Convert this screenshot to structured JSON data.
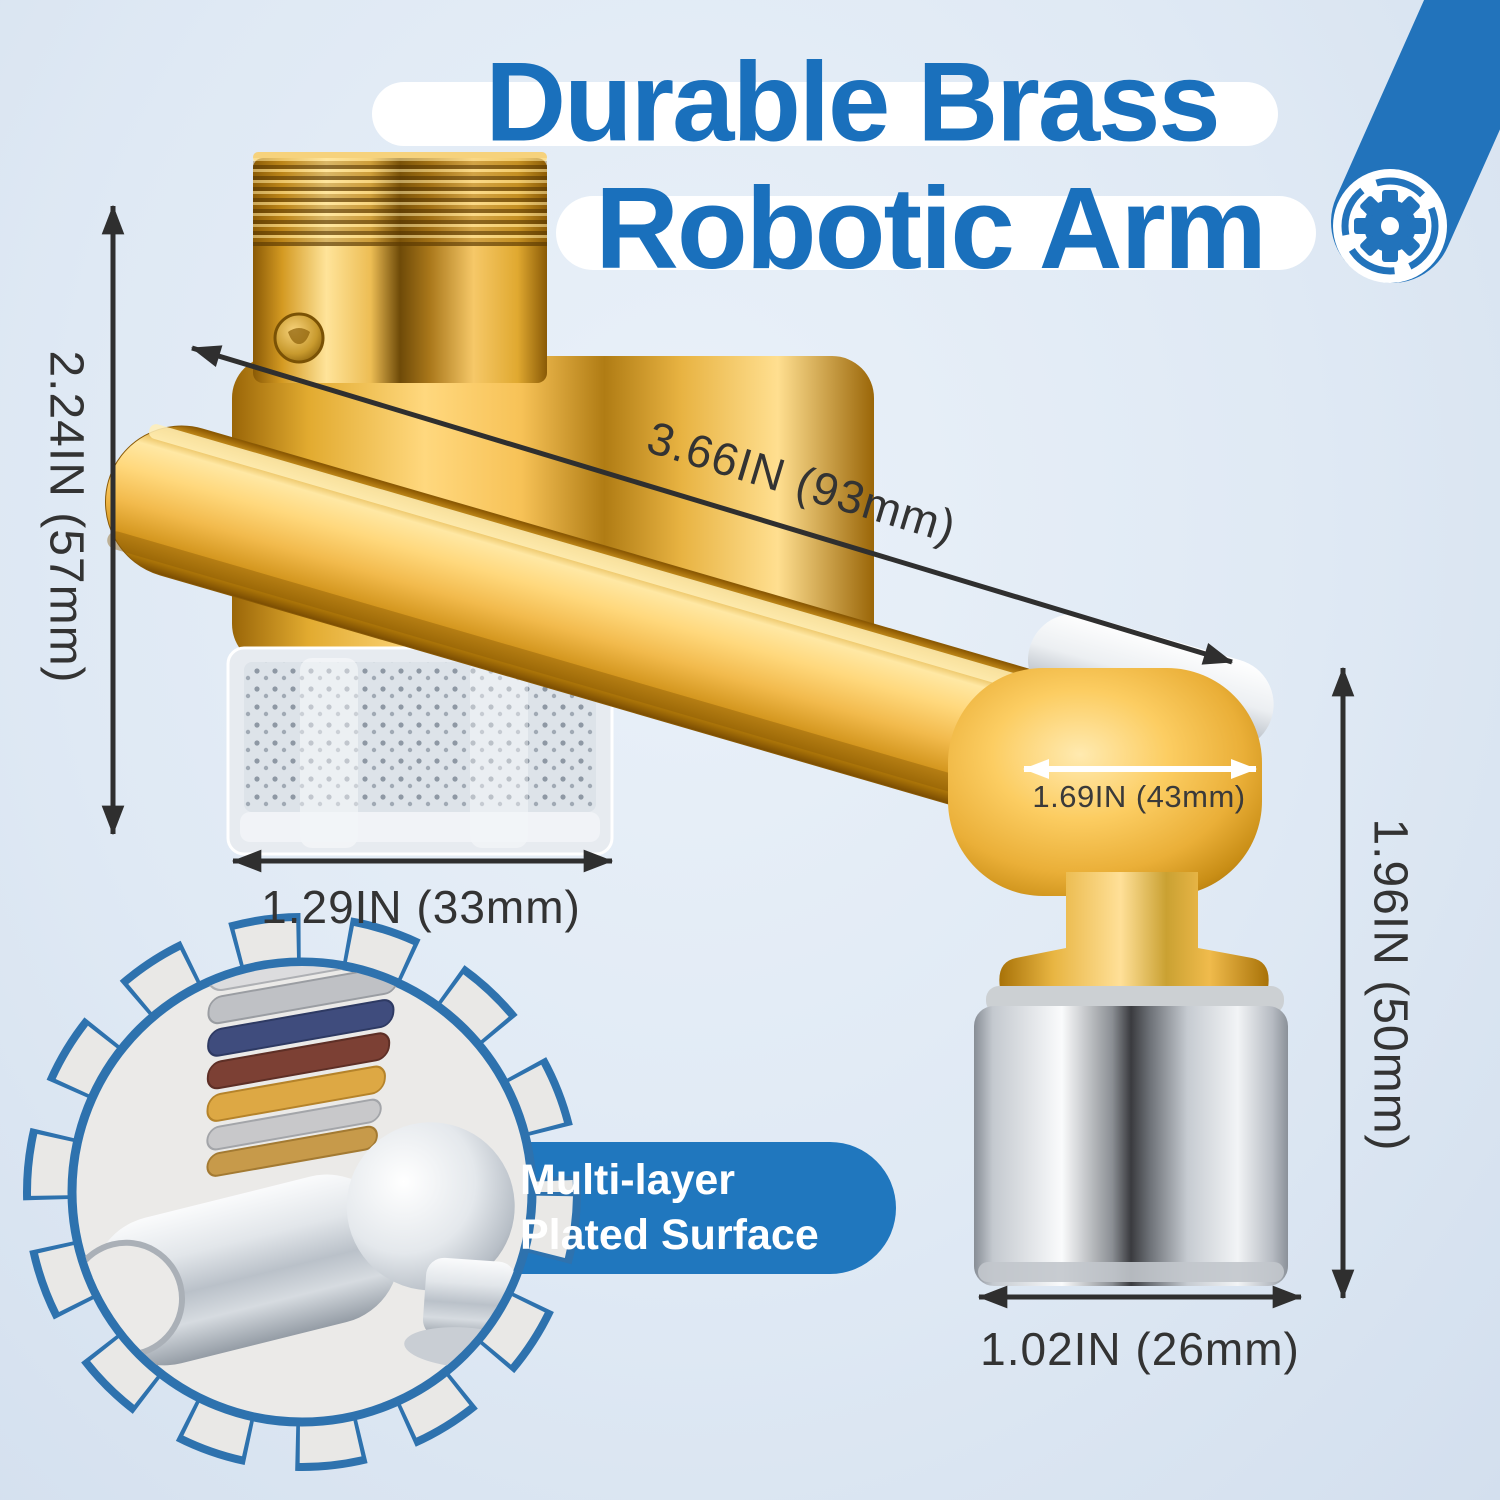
{
  "header": {
    "title_line1": "Durable Brass",
    "title_line2": "Robotic Arm"
  },
  "dimensions": {
    "overall_height": "2.24IN (57mm)",
    "arm_length": "3.66IN (93mm)",
    "filter_width": "1.29IN (33mm)",
    "elbow_width": "1.69IN (43mm)",
    "outlet_height": "1.96IN (50mm)",
    "outlet_width": "1.02IN (26mm)"
  },
  "callout": {
    "line1": "Multi-layer",
    "line2": "Plated Surface"
  },
  "icons": {
    "ribbon_gear": "gear-icon",
    "badge_gear": "gear-badge-icon"
  },
  "colors": {
    "accent_blue": "#1a70bc",
    "ribbon_blue": "#2273bb",
    "callout_blue": "#2077be",
    "brass_gold": "#f2b64a",
    "chrome_silver": "#d9dde2",
    "background": "#dfe8f3",
    "dimension_ink": "#2f2f2f",
    "badge_gray": "#ebeae8",
    "badge_outline": "#2e72ae",
    "plating_layers": [
      "#dcdcde",
      "#bfc1c5",
      "#3f4c7d",
      "#7c4034",
      "#dda844",
      "#c8c8ca",
      "#c79a4a"
    ]
  }
}
